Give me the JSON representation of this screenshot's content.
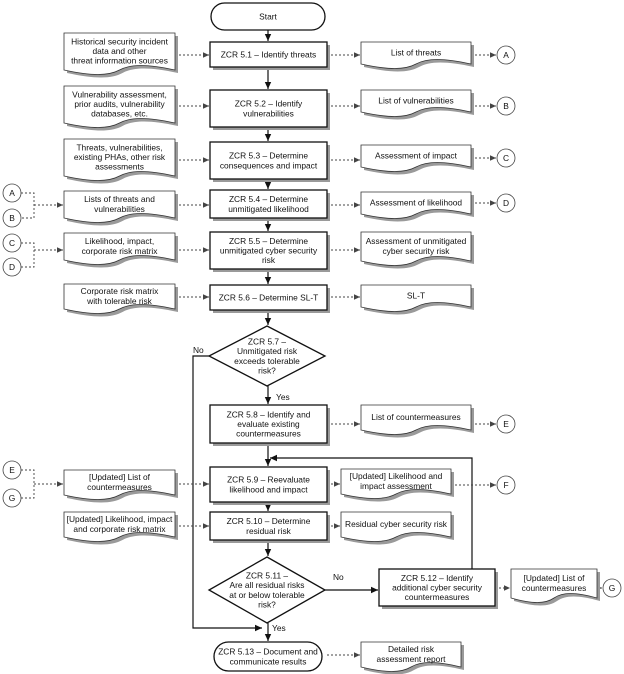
{
  "start": "Start",
  "steps": {
    "s1": [
      "ZCR 5.1 – Identify threats"
    ],
    "s2": [
      "ZCR 5.2 – Identify",
      "vulnerabilities"
    ],
    "s3": [
      "ZCR 5.3 – Determine",
      "consequences and impact"
    ],
    "s4": [
      "ZCR 5.4 – Determine",
      "unmitigated likelihood"
    ],
    "s5": [
      "ZCR 5.5 – Determine",
      "unmitigated cyber security",
      "risk"
    ],
    "s6": [
      "ZCR 5.6 – Determine SL-T"
    ],
    "s8": [
      "ZCR 5.8 – Identify and",
      "evaluate existing",
      "countermeasures"
    ],
    "s9": [
      "ZCR 5.9 – Reevaluate",
      "likelihood and impact"
    ],
    "s10": [
      "ZCR 5.10 – Determine",
      "residual risk"
    ],
    "s12": [
      "ZCR 5.12 – Identify",
      "additional cyber security",
      "countermeasures"
    ],
    "s13": [
      "ZCR 5.13 – Document and",
      "communicate results"
    ]
  },
  "decisions": {
    "d7": [
      "ZCR 5.7 –",
      "Unmitigated risk",
      "exceeds tolerable",
      "risk?"
    ],
    "d11": [
      "ZCR 5.11 –",
      "Are all residual risks",
      "at or below tolerable",
      "risk?"
    ]
  },
  "inputs": {
    "i1": [
      "Historical security incident",
      "data and other",
      "threat information sources"
    ],
    "i2": [
      "Vulnerability assessment,",
      "prior audits, vulnerability",
      "databases, etc."
    ],
    "i3": [
      "Threats, vulnerabilities,",
      "existing PHAs, other risk",
      "assessments"
    ],
    "i4": [
      "Lists of threats and",
      "vulnerabilities"
    ],
    "i5": [
      "Likelihood, impact,",
      "corporate risk matrix"
    ],
    "i6": [
      "Corporate risk matrix",
      "with tolerable risk"
    ],
    "i9": [
      "[Updated] List of",
      "countermeasures"
    ],
    "i10": [
      "[Updated] Likelihood, impact",
      "and corporate risk matrix"
    ]
  },
  "outputs": {
    "o1": [
      "List of threats"
    ],
    "o2": [
      "List of vulnerabilities"
    ],
    "o3": [
      "Assessment of impact"
    ],
    "o4": [
      "Assessment of likelihood"
    ],
    "o5": [
      "Assessment of unmitigated",
      "cyber security risk"
    ],
    "o6": [
      "SL-T"
    ],
    "o8": [
      "List of countermeasures"
    ],
    "o9": [
      "[Updated] Likelihood and",
      "impact assessment"
    ],
    "o10": [
      "Residual cyber security risk"
    ],
    "o12": [
      "[Updated] List of",
      "countermeasures"
    ],
    "o13": [
      "Detailed risk",
      "assessment report"
    ]
  },
  "connectors": {
    "o1": "A",
    "o2": "B",
    "o3": "C",
    "o4": "D",
    "o8": "E",
    "o9": "F",
    "o12": "G",
    "i4": [
      "A",
      "B"
    ],
    "i5": [
      "C",
      "D"
    ],
    "i9": [
      "E",
      "G"
    ]
  },
  "labels": {
    "d7_no": "No",
    "d7_yes": "Yes",
    "d11_no": "No",
    "d11_yes": "Yes"
  }
}
